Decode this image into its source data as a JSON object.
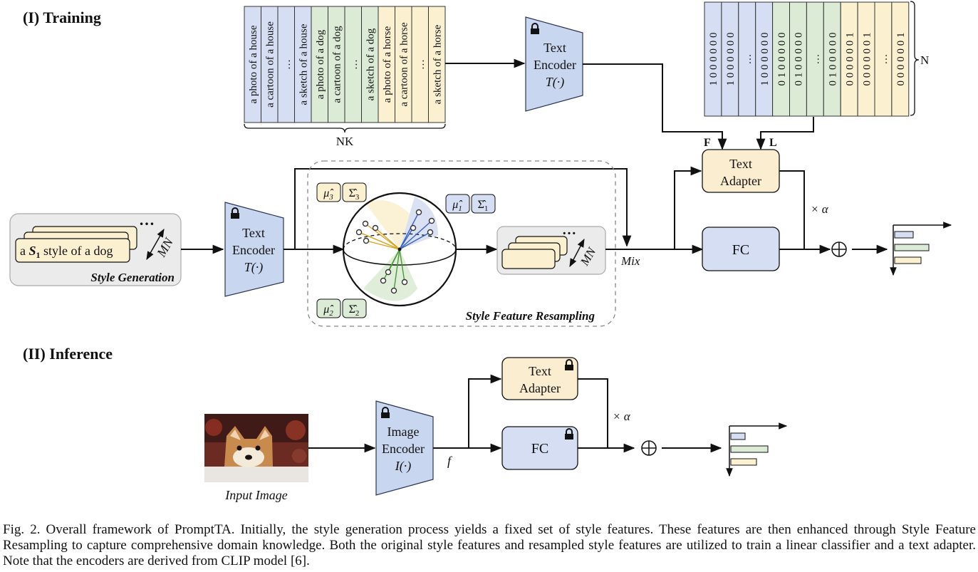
{
  "sections": {
    "training": "(I) Training",
    "inference": "(II) Inference"
  },
  "prompt_columns": [
    {
      "text": "a photo of a house",
      "group": "blue"
    },
    {
      "text": "a cartoon of a house",
      "group": "blue"
    },
    {
      "text": "…",
      "group": "blue"
    },
    {
      "text": "a sketch of a house",
      "group": "blue"
    },
    {
      "text": "a photo of a dog",
      "group": "green"
    },
    {
      "text": "a cartoon of a dog",
      "group": "green"
    },
    {
      "text": "…",
      "group": "green"
    },
    {
      "text": "a sketch of a dog",
      "group": "green"
    },
    {
      "text": "a photo of a horse",
      "group": "yellow"
    },
    {
      "text": "a cartoon of a horse",
      "group": "yellow"
    },
    {
      "text": "…",
      "group": "yellow"
    },
    {
      "text": "a sketch of a horse",
      "group": "yellow"
    }
  ],
  "prompts_count_label": "NK",
  "onehot_columns": [
    {
      "text": "1 0 0 0 0 0 0",
      "group": "blue"
    },
    {
      "text": "1 0 0 0 0 0 0",
      "group": "blue"
    },
    {
      "text": "…",
      "group": "blue"
    },
    {
      "text": "1 0 0 0 0 0 0",
      "group": "blue"
    },
    {
      "text": "0 1 0 0 0 0 0",
      "group": "green"
    },
    {
      "text": "0 1 0 0 0 0 0",
      "group": "green"
    },
    {
      "text": "…",
      "group": "green"
    },
    {
      "text": "0 1 0 0 0 0 0",
      "group": "green"
    },
    {
      "text": "0 0 0 0 0 0 1",
      "group": "yellow"
    },
    {
      "text": "0 0 0 0 0 0 1",
      "group": "yellow"
    },
    {
      "text": "…",
      "group": "yellow"
    },
    {
      "text": "0 0 0 0 0 0 1",
      "group": "yellow"
    }
  ],
  "onehot_count_label": "N",
  "text_encoder": {
    "line1": "Text",
    "line2": "Encoder",
    "line3": "T(·)"
  },
  "image_encoder": {
    "line1": "Image",
    "line2": "Encoder",
    "line3": "I(·)"
  },
  "text_adapter": {
    "line1": "Text",
    "line2": "Adapter"
  },
  "fc_label": "FC",
  "label_F": "F",
  "label_L": "L",
  "alpha_label": "× α",
  "oplus": "⊕",
  "mix_label": "Mix",
  "f_label": "f",
  "mn_label": "MN",
  "ellipsis": "…",
  "style_generation": {
    "prompt_a": "a",
    "prompt_s": "S",
    "prompt_sub": "1",
    "prompt_rest": "style of a dog",
    "label": "Style Generation"
  },
  "resampling_label": "Style Feature Resampling",
  "stats": [
    {
      "mu": "μ̂",
      "sub": "3",
      "sigma": "Σ̂"
    },
    {
      "mu": "μ̂",
      "sub": "1",
      "sigma": "Σ̂"
    },
    {
      "mu": "μ̂",
      "sub": "2",
      "sigma": "Σ̂"
    }
  ],
  "input_image_label": "Input Image",
  "caption": "Fig. 2.  Overall framework of PromptTA. Initially, the style generation process yields a fixed set of style features. These features are then enhanced through Style Feature Resampling to capture comprehensive domain knowledge. Both the original style features and resampled style features are utilized to train a linear classifier and a text adapter. Note that the encoders are derived from CLIP model [6].",
  "colors": {
    "blue": "#d5def2",
    "green": "#dcebd5",
    "yellow": "#fbf0cf",
    "encoder": "#c9d6ef",
    "adapter": "#fbedcf",
    "fc": "#d5def2",
    "gray_box": "#ebebeb",
    "blue_bar": "#d5def2",
    "green_bar": "#dcebd5",
    "yellow_bar": "#fbf0cf"
  }
}
